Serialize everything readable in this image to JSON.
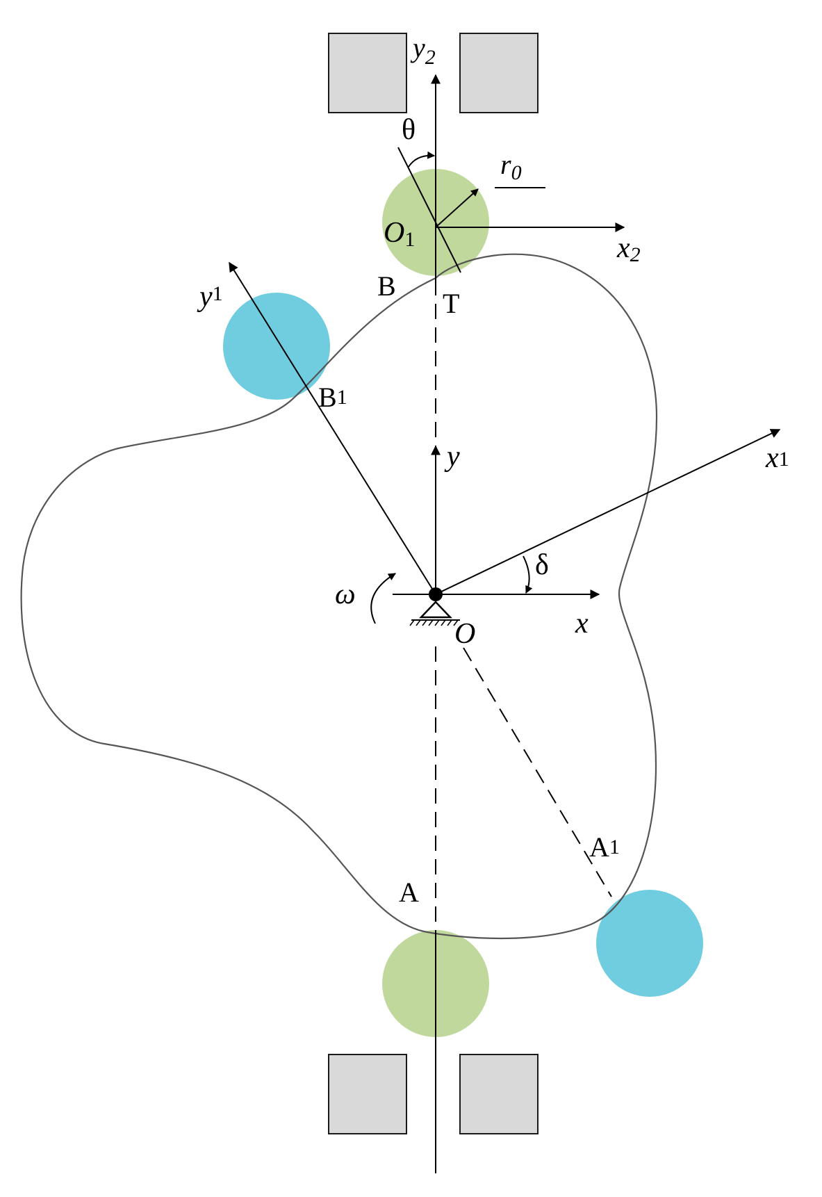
{
  "colors": {
    "roller_green": "#C0D89C",
    "roller_blue": "#6FCDDF",
    "guide_block_fill": "#D9D9D9",
    "guide_block_stroke": "#1A1A1A",
    "cam_profile": "#555555",
    "line": "#000000"
  },
  "labels": {
    "y2": "y",
    "y2_sub": "2",
    "theta": "θ",
    "r0": "r",
    "r0_sub": "0",
    "o1": "O",
    "o1_sub": "1",
    "x2": "x",
    "x2_sub": "2",
    "b": "B",
    "t": "T",
    "y1": "y",
    "y1_sub": "1",
    "b1": "B",
    "b1_sub": "1",
    "y": "y",
    "x1": "x",
    "x1_sub": "1",
    "delta": "δ",
    "omega": "ω",
    "o": "O",
    "x": "x",
    "a1": "A",
    "a1_sub": "1",
    "a": "A"
  }
}
